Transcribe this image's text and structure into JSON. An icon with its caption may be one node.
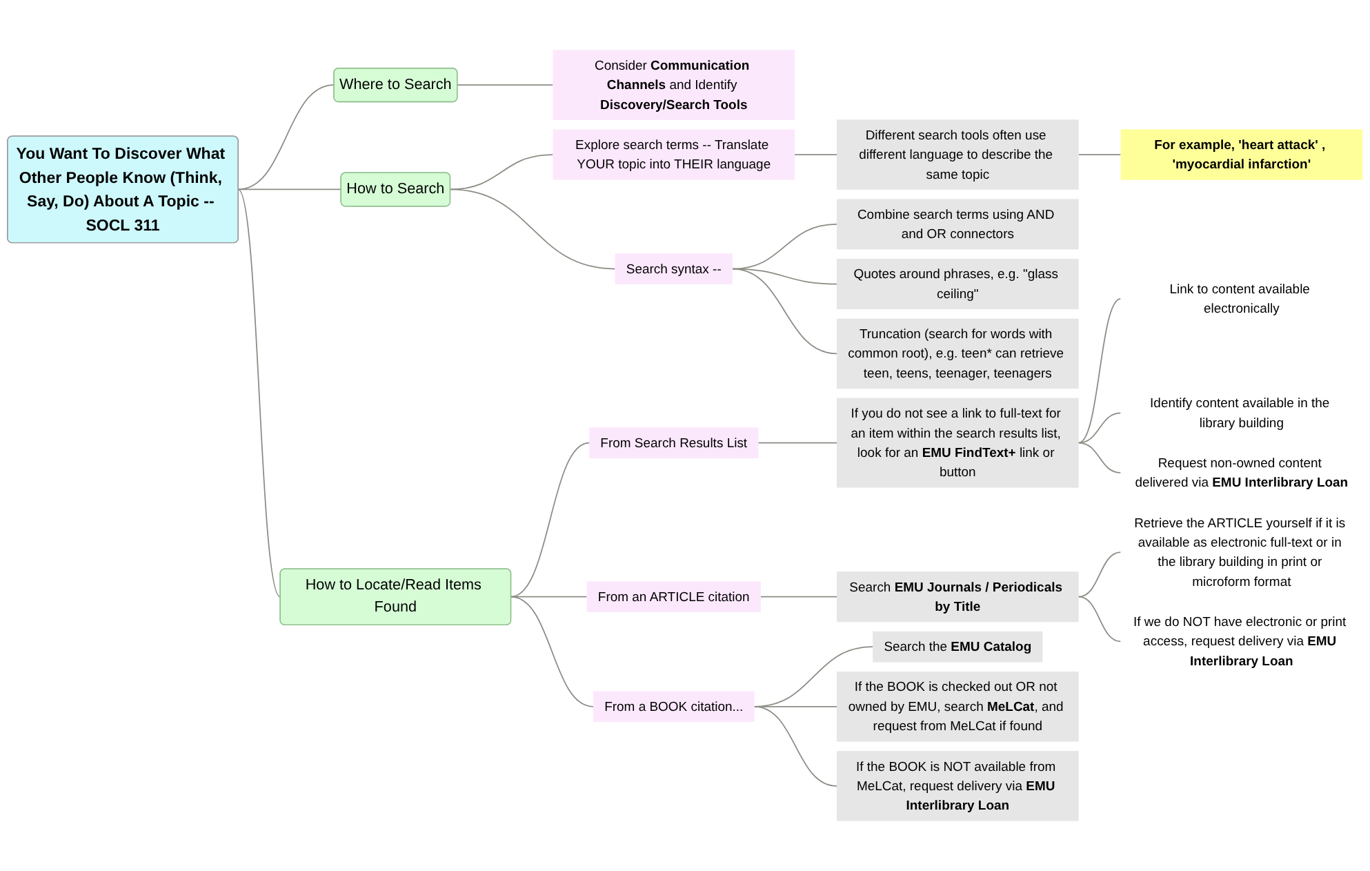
{
  "diagram": {
    "nodes": [
      {
        "text": [
          "You Want To Discover What Other People Know (Think, Say, Do) About A Topic -- SOCL 311"
        ]
      },
      {
        "text": [
          "Where to Search"
        ]
      },
      {
        "text": [
          "Consider **Communication Channels** and Identify **Discovery/Search Tools**"
        ]
      },
      {
        "text": [
          "How to Search"
        ]
      },
      {
        "text": [
          "Explore search terms -- Translate YOUR topic into THEIR language"
        ]
      },
      {
        "text": [
          "Different search tools often use different language to describe the same topic"
        ]
      },
      {
        "text": [
          "For example, 'heart attack' , 'myocardial infarction'"
        ]
      },
      {
        "text": [
          "Search syntax --"
        ]
      },
      {
        "text": [
          "Combine search terms using AND and OR connectors"
        ]
      },
      {
        "text": [
          "Quotes around phrases, e.g. \"glass ceiling\""
        ]
      },
      {
        "text": [
          "Truncation (search for words with common root), e.g. teen* can retrieve teen, teens, teenager, teenagers"
        ]
      },
      {
        "text": [
          "How to Locate/Read Items Found"
        ]
      },
      {
        "text": [
          "From Search Results List"
        ]
      },
      {
        "text": [
          "If you do not see a link to full-text for an item within the search results list, look for an **EMU FindText+** link or button"
        ]
      },
      {
        "text": [
          "Link to content available electronically"
        ]
      },
      {
        "text": [
          "Identify content available in the library building"
        ]
      },
      {
        "text": [
          "Request non-owned content delivered via **EMU Interlibrary Loan**"
        ]
      },
      {
        "text": [
          "From an ARTICLE citation"
        ]
      },
      {
        "text": [
          "Search **EMU Journals / Periodicals by Title**"
        ]
      },
      {
        "text": [
          "Retrieve the ARTICLE yourself if it is available as electronic full-text or in the library building in print or microform format"
        ]
      },
      {
        "text": [
          "If we do NOT have electronic or print access, request delivery via **EMU Interlibrary Loan**"
        ]
      },
      {
        "text": [
          "From a BOOK citation..."
        ]
      },
      {
        "text": [
          "Search the **EMU Catalog**"
        ]
      },
      {
        "text": [
          "If the BOOK is checked out OR not owned by EMU, search **MeLCat**, and request from MeLCat if found"
        ]
      },
      {
        "text": [
          "If the BOOK is NOT available from MeLCat, request delivery via **EMU Interlibrary Loan**"
        ]
      }
    ],
    "edges": [
      {
        "from": 0,
        "to": 1,
        "arrow": "none"
      },
      {
        "from": 1,
        "to": 2,
        "arrow": "none"
      },
      {
        "from": 0,
        "to": 3,
        "arrow": "none"
      },
      {
        "from": 3,
        "to": 4,
        "arrow": "none"
      },
      {
        "from": 4,
        "to": 5,
        "arrow": "none"
      },
      {
        "from": 5,
        "to": 6,
        "arrow": "none"
      },
      {
        "from": 3,
        "to": 7,
        "arrow": "none"
      },
      {
        "from": 7,
        "to": 8,
        "arrow": "none"
      },
      {
        "from": 7,
        "to": 9,
        "arrow": "none"
      },
      {
        "from": 7,
        "to": 10,
        "arrow": "none"
      },
      {
        "from": 0,
        "to": 11,
        "arrow": "none"
      },
      {
        "from": 11,
        "to": 12,
        "arrow": "none"
      },
      {
        "from": 12,
        "to": 13,
        "arrow": "none"
      },
      {
        "from": 13,
        "to": 14,
        "arrow": "none"
      },
      {
        "from": 13,
        "to": 15,
        "arrow": "none"
      },
      {
        "from": 13,
        "to": 16,
        "arrow": "none"
      },
      {
        "from": 11,
        "to": 17,
        "arrow": "none"
      },
      {
        "from": 17,
        "to": 18,
        "arrow": "none"
      },
      {
        "from": 18,
        "to": 19,
        "arrow": "none"
      },
      {
        "from": 18,
        "to": 20,
        "arrow": "none"
      },
      {
        "from": 11,
        "to": 21,
        "arrow": "none"
      },
      {
        "from": 21,
        "to": 22,
        "arrow": "none"
      },
      {
        "from": 21,
        "to": 23,
        "arrow": "none"
      },
      {
        "from": 21,
        "to": 24,
        "arrow": "none"
      }
    ]
  }
}
